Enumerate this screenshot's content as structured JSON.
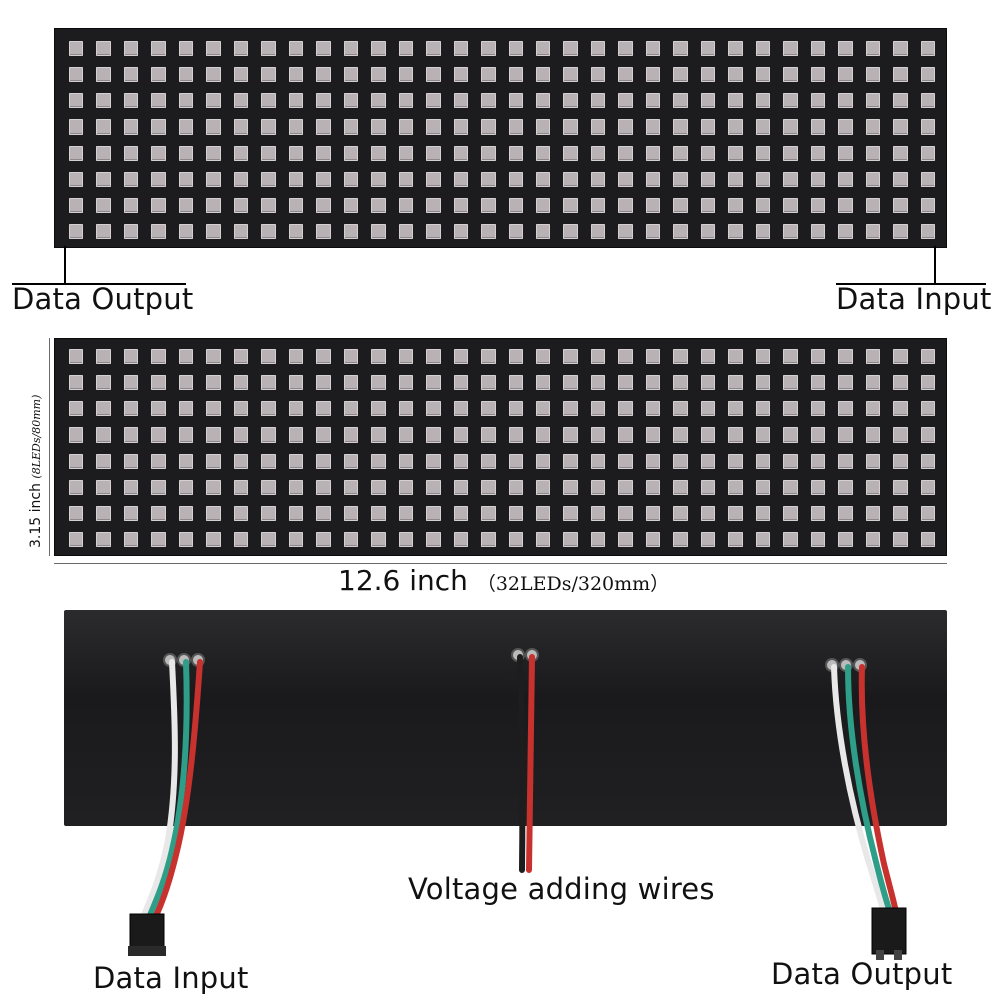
{
  "labels": {
    "top_left": "Data Output",
    "top_right": "Data Input",
    "width_main": "12.6 inch",
    "width_sub": "（32LEDs/320mm）",
    "height_main": "3.15 inch",
    "height_sub": "(8LEDs/80mm)",
    "voltage": "Voltage adding wires",
    "bottom_left": "Data Input",
    "bottom_right": "Data Output"
  },
  "matrix": {
    "cols": 32,
    "rows": 8
  },
  "colors": {
    "panel": "#1c1c1e",
    "led": "#b8b2b4",
    "wire_red": "#c8322e",
    "wire_white": "#e8e8e8",
    "wire_green": "#2f9e88"
  }
}
